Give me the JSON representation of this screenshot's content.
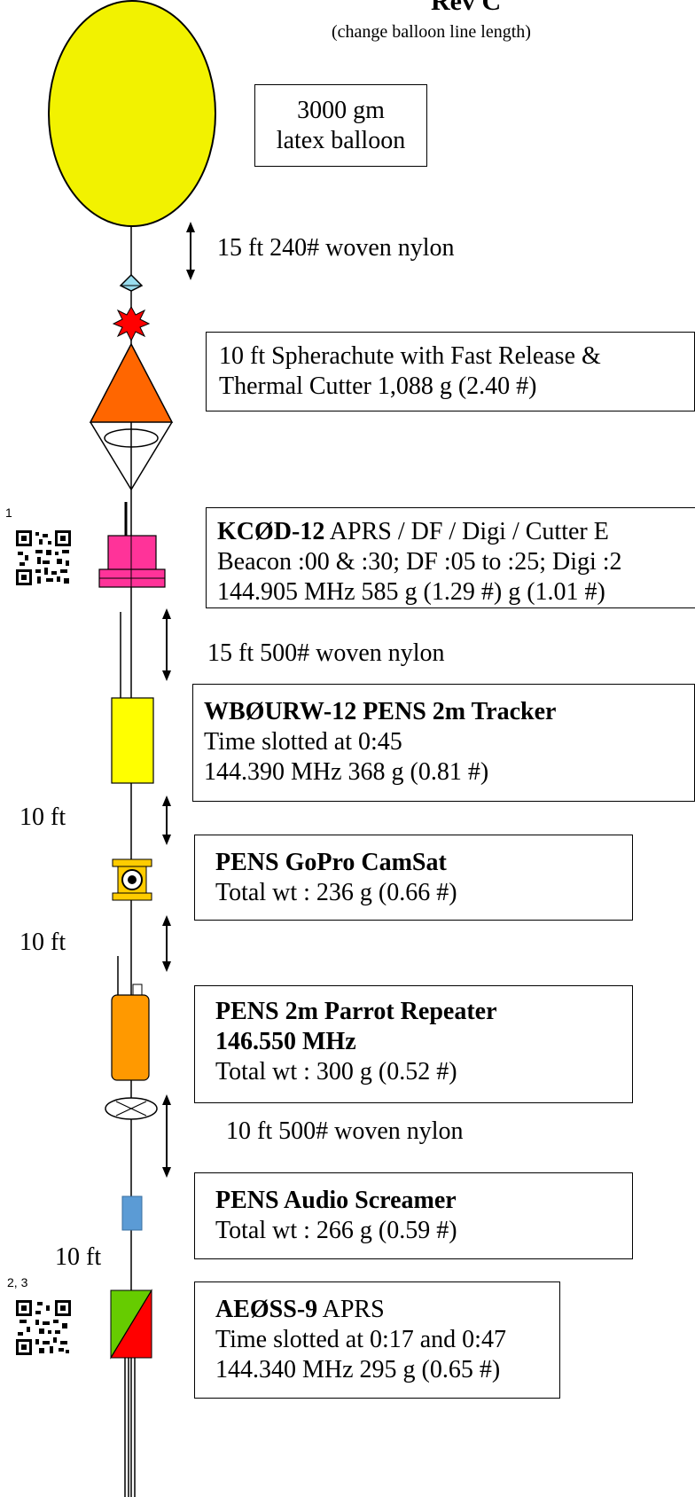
{
  "header": {
    "rev": "Rev C",
    "subtitle": "(change balloon line length)"
  },
  "balloon": {
    "line1": "3000 gm",
    "line2": "latex balloon"
  },
  "line1": {
    "label": "15 ft 240# woven nylon"
  },
  "chute": {
    "line1": "10 ft Spherachute with Fast Release &",
    "line2": "Thermal Cutter 1,088 g (2.40 #)"
  },
  "kc0d": {
    "callsign": "KCØD-12",
    "desc": " APRS / DF / Digi / Cutter   E",
    "line2": "Beacon :00 & :30; DF :05 to :25; Digi :2",
    "line3": "144.905 MHz 585 g (1.29 #) g (1.01 #)",
    "qr_note": "1"
  },
  "line2": {
    "label": "15 ft 500# woven nylon"
  },
  "tracker": {
    "title": "WBØURW-12 PENS 2m Tracker",
    "line2": "Time slotted at 0:45",
    "line3": "144.390 MHz  368 g  (0.81 #)"
  },
  "gap1": {
    "label": "10 ft"
  },
  "camsat": {
    "title": "PENS GoPro CamSat",
    "line2": "Total wt :  236 g  (0.66 #)"
  },
  "gap2": {
    "label": "10 ft"
  },
  "parrot": {
    "title": "PENS 2m Parrot Repeater",
    "freq": "146.550 MHz",
    "line3": "Total wt :  300 g  (0.52 #)"
  },
  "line3": {
    "label": "10 ft 500# woven nylon"
  },
  "screamer": {
    "title": "PENS Audio Screamer",
    "line2": "Total wt :  266 g  (0.59 #)"
  },
  "gap3": {
    "label": "10 ft"
  },
  "ae0ss": {
    "callsign": "AEØSS-9",
    "desc": " APRS",
    "line2": "Time slotted at 0:17 and 0:47",
    "line3": "144.340 MHz  295 g (0.65 #)",
    "qr_note": "2, 3"
  },
  "colors": {
    "balloon": "#f2f200",
    "chute": "#ff6600",
    "tracker": "#ffff00",
    "kc0d_payload": "#ff3399",
    "camsat": "#ffcc00",
    "parrot": "#ff9900",
    "screamer": "#5b9bd5",
    "swivel": "#99ddee",
    "cutter": "#ff0000",
    "ae0ss_green": "#66cc00",
    "ae0ss_red": "#ff0000"
  }
}
